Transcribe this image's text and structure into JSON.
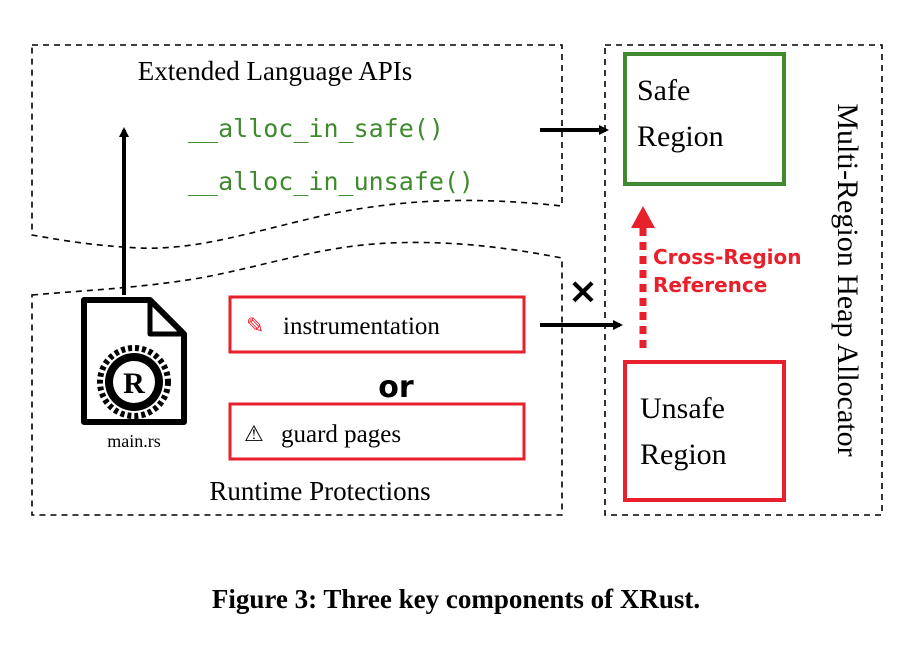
{
  "colors": {
    "green": "#3f8a2e",
    "red": "#e8202b",
    "black": "#000000",
    "api_text": "#3f8a2e"
  },
  "api_box": {
    "title": "Extended Language APIs",
    "func_safe": "__alloc_in_safe()",
    "func_unsafe": "__alloc_in_unsafe()"
  },
  "runtime_box": {
    "title": "Runtime Protections",
    "file_label": "main.rs",
    "file_icon": "rust-file-icon",
    "option_1_icon": "pencil-icon",
    "option_1_glyph": "✎",
    "option_1": "instrumentation",
    "separator": "or",
    "option_2_icon": "warning-icon",
    "option_2_glyph": "⚠",
    "option_2": "guard pages"
  },
  "heap_box": {
    "title": "Multi-Region Heap Allocator",
    "safe_line1": "Safe",
    "safe_line2": "Region",
    "unsafe_line1": "Unsafe",
    "unsafe_line2": "Region",
    "cross_line1": "Cross-Region",
    "cross_line2": "Reference",
    "blocked_mark": "×"
  },
  "caption": "Figure 3: Three key components of XRust."
}
